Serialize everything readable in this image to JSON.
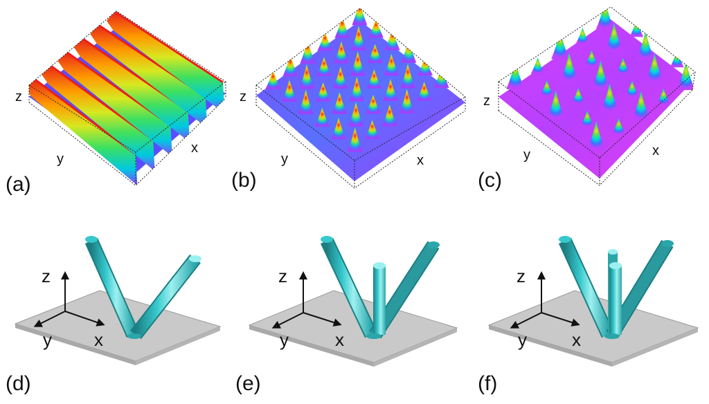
{
  "panels": [
    {
      "label": "(a)",
      "axes": {
        "x": "x",
        "y": "y",
        "z": "z"
      }
    },
    {
      "label": "(b)",
      "axes": {
        "x": "x",
        "y": "y",
        "z": "z"
      }
    },
    {
      "label": "(c)",
      "axes": {
        "x": "x",
        "y": "y",
        "z": "z"
      }
    },
    {
      "label": "(d)",
      "axes": {
        "x": "x",
        "y": "y",
        "z": "z"
      }
    },
    {
      "label": "(e)",
      "axes": {
        "x": "x",
        "y": "y",
        "z": "z"
      }
    },
    {
      "label": "(f)",
      "axes": {
        "x": "x",
        "y": "y",
        "z": "z"
      }
    }
  ],
  "colors": {
    "plate": "#c9c9c9",
    "plate_edge": "#9b9b9b",
    "beam": "#35c8cc",
    "beam_dark": "#1c7e82",
    "beam_light": "#9df0f0",
    "surface_gradient": [
      "#9b30ff",
      "#3a6cff",
      "#00d0e0",
      "#3ce060",
      "#e8e020",
      "#ff7a00",
      "#e8201a"
    ]
  },
  "icons": [
    "axis-arrow-icon",
    "beam-cylinder-icon",
    "surface-plot-icon"
  ]
}
